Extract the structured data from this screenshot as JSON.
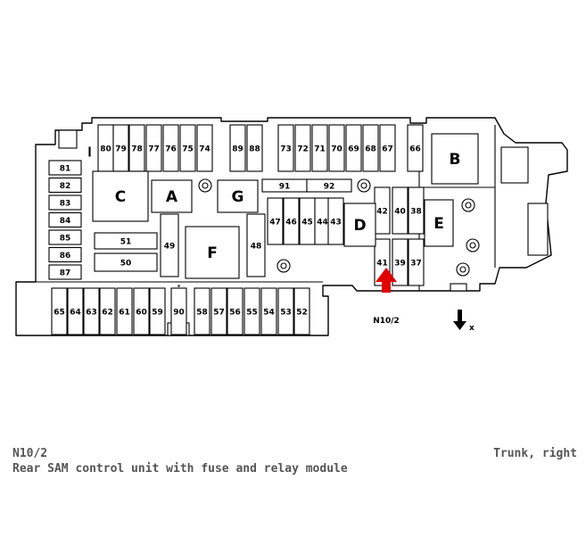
{
  "footer": {
    "code": "N10/2",
    "description": "Rear SAM control unit with fuse and relay module",
    "location": "Trunk, right"
  },
  "diagram": {
    "pointer_label": "N10/2",
    "direction_label": "x",
    "pointer_color": "#e00000",
    "top_row_fuses": [
      "80",
      "79",
      "78",
      "77",
      "76",
      "75",
      "74",
      "89",
      "88",
      "73",
      "72",
      "71",
      "70",
      "69",
      "68",
      "67",
      "66"
    ],
    "left_column_fuses": [
      "81",
      "82",
      "83",
      "84",
      "85",
      "86",
      "87"
    ],
    "bottom_row_fuses": [
      "65",
      "64",
      "63",
      "62",
      "61",
      "60",
      "59",
      "90",
      "58",
      "57",
      "56",
      "55",
      "54",
      "53",
      "52"
    ],
    "middle_fuses": [
      "91",
      "92",
      "47",
      "46",
      "45",
      "44",
      "43",
      "51",
      "50",
      "49",
      "48",
      "42",
      "40",
      "38",
      "41",
      "39",
      "37"
    ],
    "relays": [
      "A",
      "B",
      "C",
      "D",
      "E",
      "F",
      "G"
    ]
  }
}
